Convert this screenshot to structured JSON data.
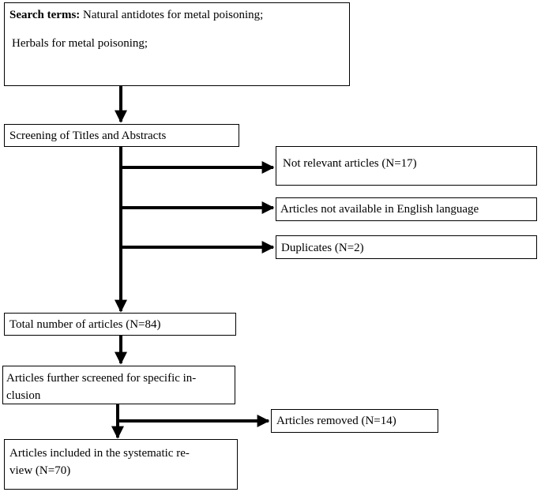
{
  "search": {
    "label": "Search terms:",
    "line1": "Natural antidotes for metal poisoning;",
    "line2": "Herbals for metal poisoning;"
  },
  "screening": "Screening of Titles and Abstracts",
  "excluded": {
    "not_relevant": "Not relevant articles (N=17)",
    "not_english": "Articles not available in English language",
    "duplicates": "Duplicates (N=2)"
  },
  "total": "Total number of articles (N=84)",
  "further": {
    "line1": "Articles further screened for specific in-",
    "line2": "clusion"
  },
  "removed": "Articles removed (N=14)",
  "included": {
    "line1": "Articles included in the systematic re-",
    "line2": "view (N=70)"
  }
}
